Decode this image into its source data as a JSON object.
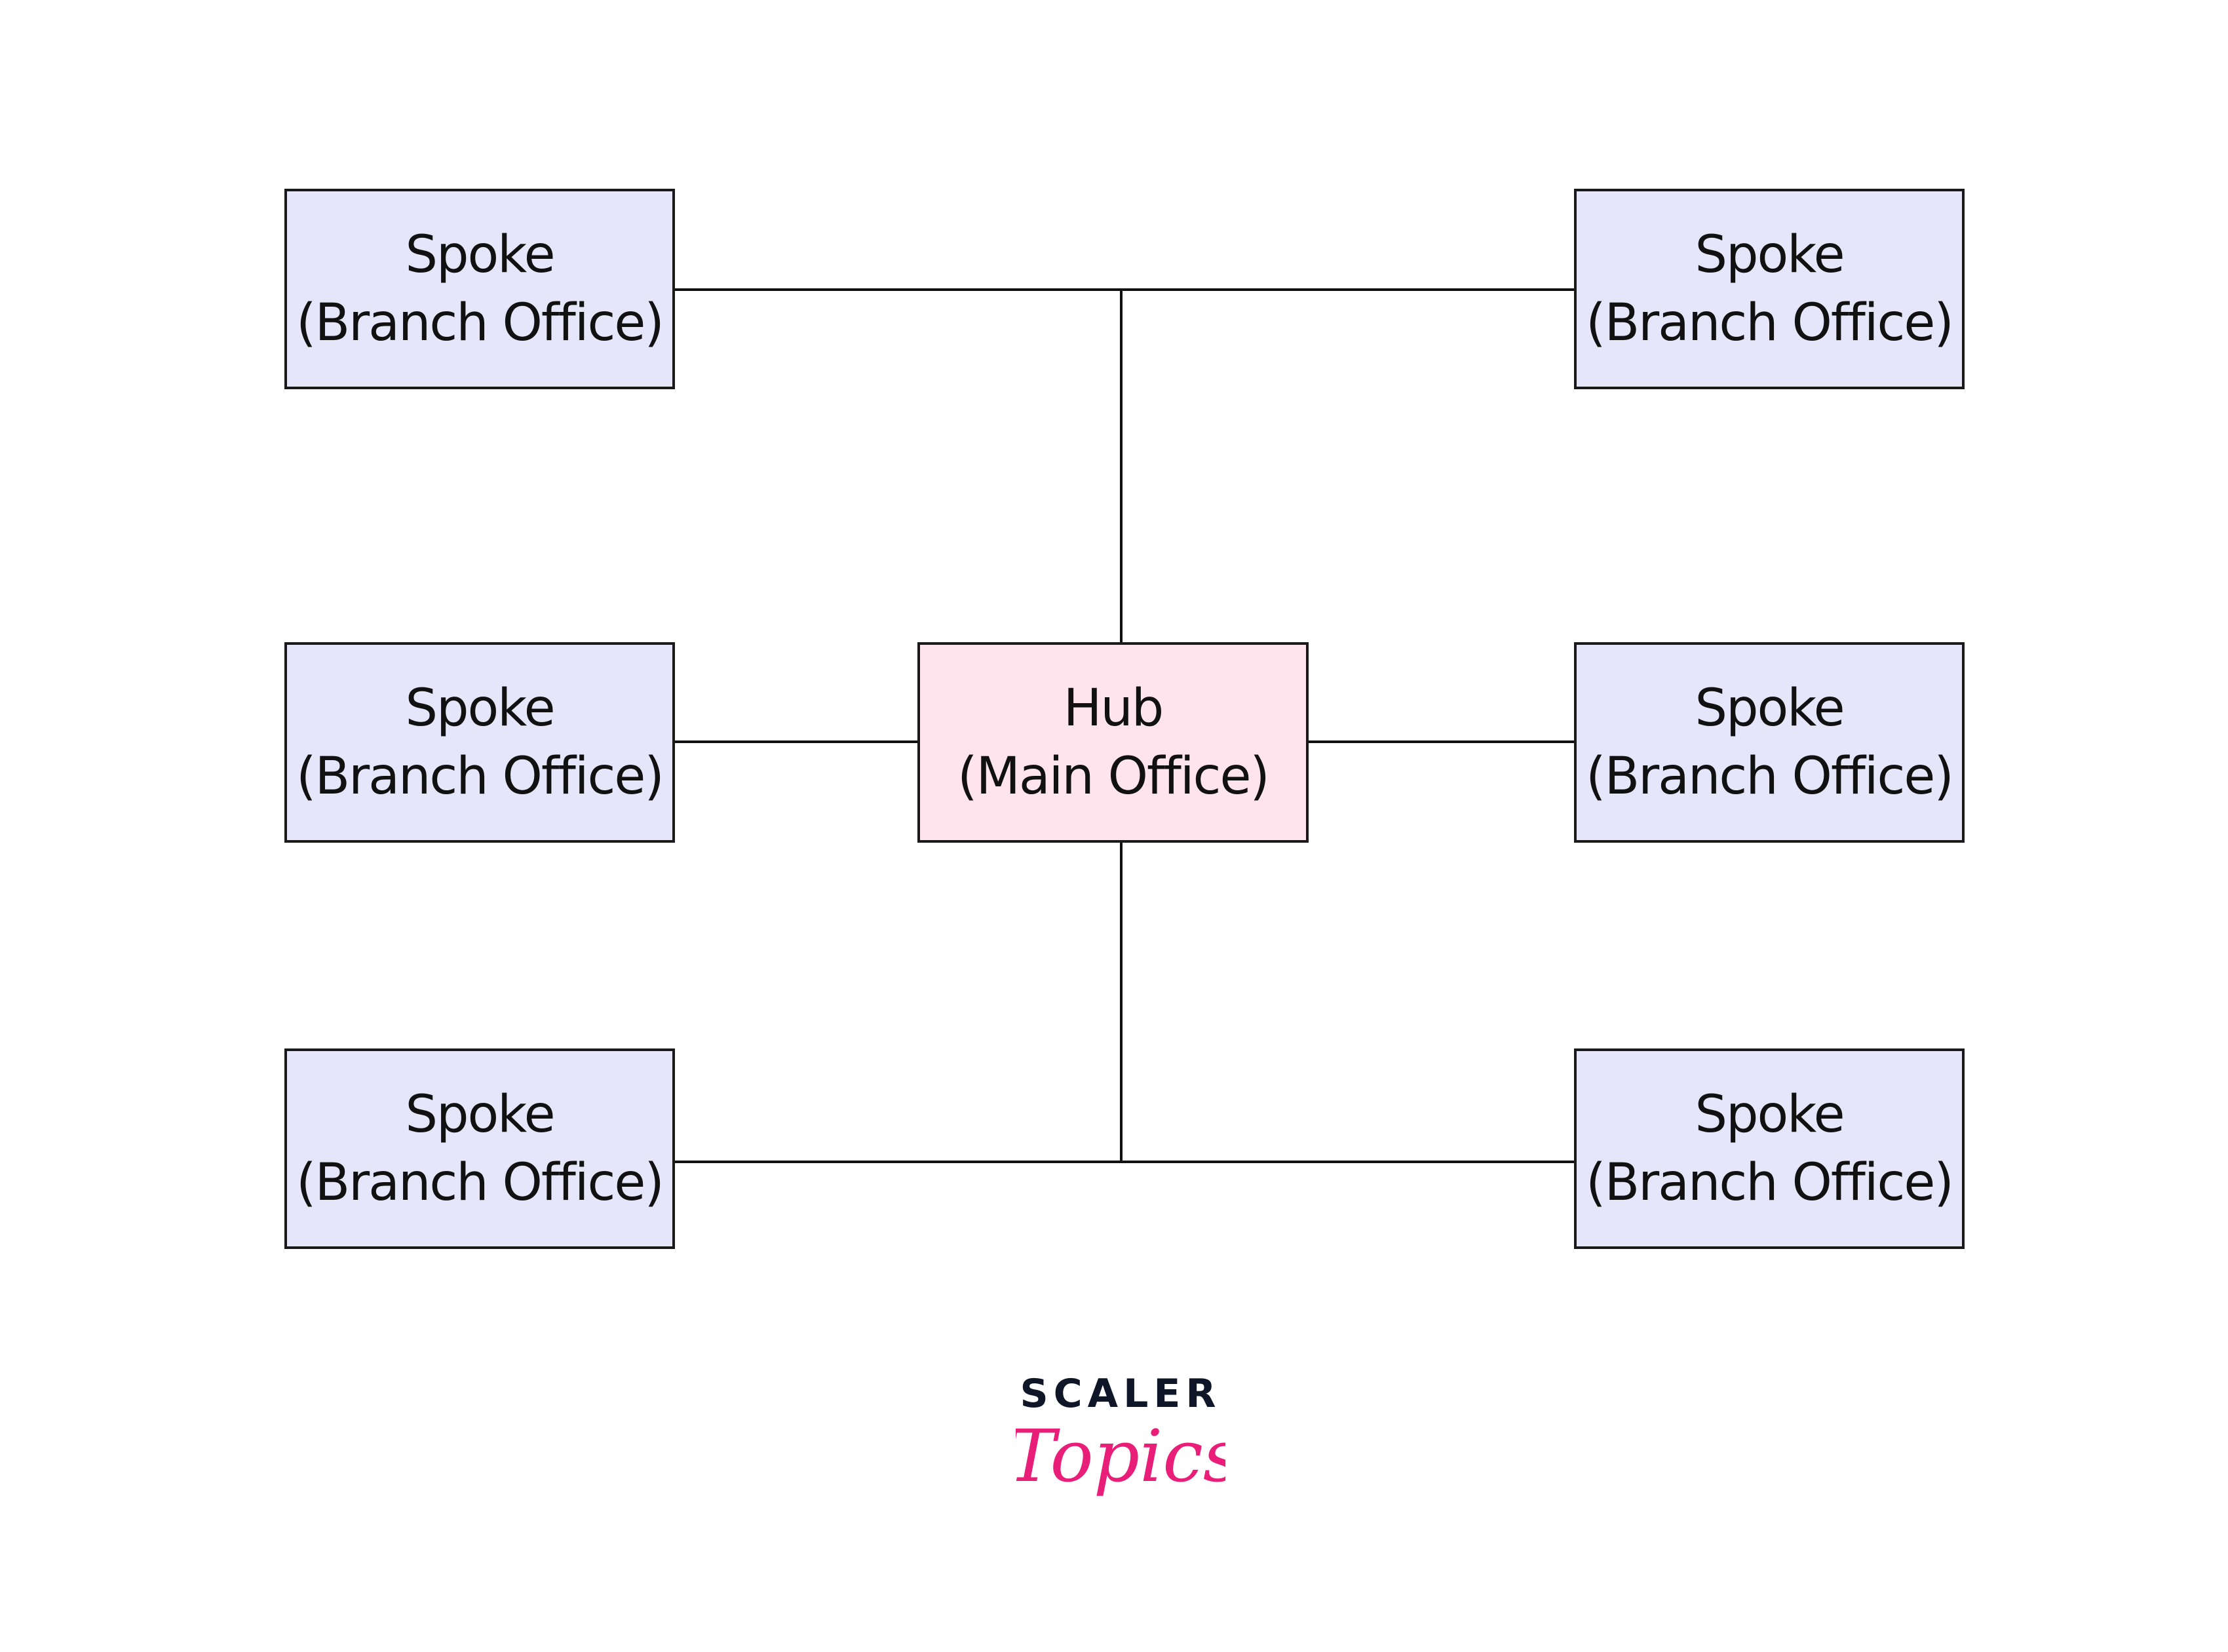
{
  "hub": {
    "title": "Hub",
    "subtitle": "(Main Office)",
    "fill": "#FFE4EE"
  },
  "spokes": [
    {
      "title": "Spoke",
      "subtitle": "(Branch Office)",
      "position": "top-left"
    },
    {
      "title": "Spoke",
      "subtitle": "(Branch Office)",
      "position": "top-right"
    },
    {
      "title": "Spoke",
      "subtitle": "(Branch Office)",
      "position": "middle-left"
    },
    {
      "title": "Spoke",
      "subtitle": "(Branch Office)",
      "position": "middle-right"
    },
    {
      "title": "Spoke",
      "subtitle": "(Branch Office)",
      "position": "bottom-left"
    },
    {
      "title": "Spoke",
      "subtitle": "(Branch Office)",
      "position": "bottom-right"
    }
  ],
  "spoke_fill": "#E6E6FA",
  "logo": {
    "top": "SCALER",
    "bottom": "Topics",
    "top_color": "#0E1628",
    "bottom_color": "#E91E78"
  }
}
